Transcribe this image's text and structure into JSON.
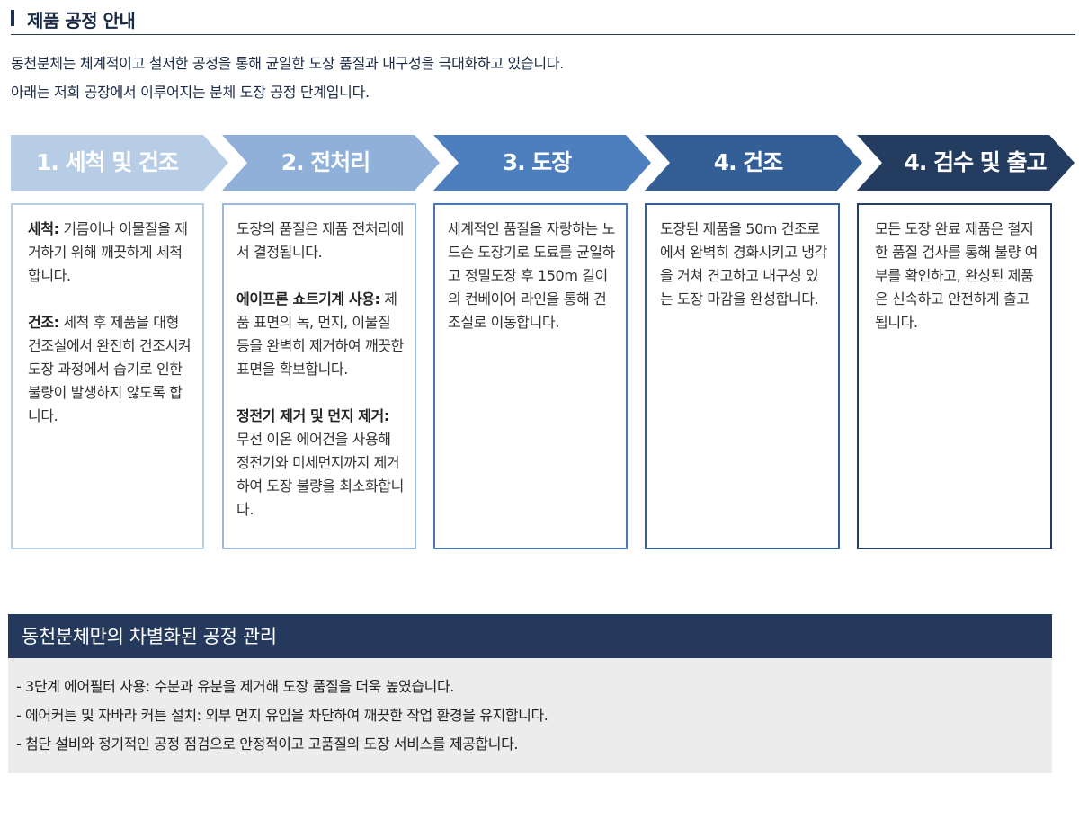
{
  "page": {
    "title": "제품 공정 안내",
    "intro": [
      "동천분체는 체계적이고 철저한 공정을 통해 균일한 도장 품질과 내구성을 극대화하고 있습니다.",
      "아래는 저희 공장에서 이루어지는 분체 도장 공정 단계입니다."
    ]
  },
  "steps": [
    {
      "label": "1. 세척 및 건조",
      "color": "#b7cde6",
      "border": "#b7cde6",
      "content": [
        {
          "head": "세척:",
          "text": " 기름이나 이물질을 제거하기 위해 깨끗하게 세척합니다."
        },
        {
          "head": "건조:",
          "text": " 세척 후 제품을 대형 건조실에서 완전히 건조시켜 도장 과정에서 습기로 인한 불량이 발생하지 않도록 합니다."
        }
      ]
    },
    {
      "label": "2. 전처리",
      "color": "#8fb0d9",
      "border": "#9cb8dc",
      "content": [
        {
          "head": "",
          "text": "도장의 품질은 제품 전처리에서 결정됩니다."
        },
        {
          "head": "에이프론 쇼트기계 사용:",
          "text": " 제품 표면의 녹, 먼지, 이물질 등을 완벽히 제거하여 깨끗한 표면을 확보합니다."
        },
        {
          "head": "정전기 제거 및 먼지 제거:",
          "text": " 무선 이온 에어건을 사용해 정전기와 미세먼지까지 제거하여 도장 불량을 최소화합니다."
        }
      ]
    },
    {
      "label": "3. 도장",
      "color": "#4d7fbf",
      "border": "#4a78b5",
      "content": [
        {
          "head": "",
          "text": "세계적인 품질을 자랑하는 노드슨 도장기로 도료를 균일하고 정밀도장 후 150m 길이의 컨베이어 라인을 통해 건조실로 이동합니다."
        }
      ]
    },
    {
      "label": "4. 건조",
      "color": "#335e96",
      "border": "#335e96",
      "content": [
        {
          "head": "",
          "text": "도장된 제품을 50m 건조로에서 완벽히 경화시키고 냉각을 거쳐 견고하고 내구성 있는 도장 마감을 완성합니다."
        }
      ]
    },
    {
      "label": "4. 검수 및 출고",
      "color": "#243c60",
      "border": "#243c60",
      "content": [
        {
          "head": "",
          "text": "모든 도장 완료 제품은 철저한 품질 검사를 통해 불량 여부를 확인하고, 완성된 제품은 신속하고 안전하게 출고됩니다."
        }
      ]
    }
  ],
  "features": {
    "title": "동천분체만의 차별화된 공정 관리",
    "items": [
      "- 3단계 에어필터 사용: 수분과 유분을 제거해 도장 품질을 더욱 높였습니다.",
      "- 에어커튼 및 자바라 커튼 설치: 외부 먼지 유입을 차단하여 깨끗한 작업 환경을 유지합니다.",
      "- 첨단 설비와 정기적인 공정 점검으로 안정적이고 고품질의 도장 서비스를 제공합니다."
    ]
  }
}
